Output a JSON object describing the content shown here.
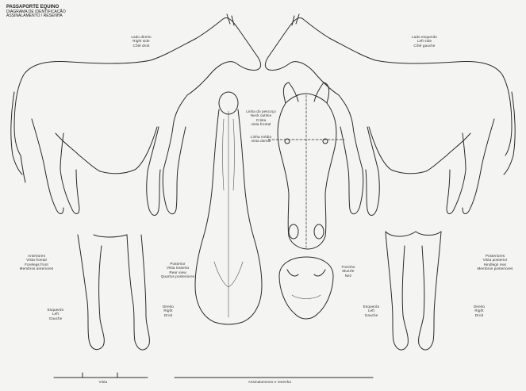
{
  "header": {
    "line1": "PASSAPORTE EQUINO",
    "line2": "DIAGRAMA DE IDENTIFICAÇÃO",
    "line3": "ASSINALAMENTO / RESENHA"
  },
  "labels": {
    "left_side": "Lado direito\nRight side\nCôté droit",
    "right_side": "Lado esquerdo\nLeft side\nCôté gauche",
    "neck_top": "Linha do pescoço\nNeck outline\nCrista\nvista frontal",
    "neck_mid": "Linha média\nvista dorsal",
    "forelegs_left": "Anteriores\nVista frontal\nForelegs front\nMembros anteriores",
    "forelegs_right": "Posteriores\nVista posterior\nHindlegs rear\nMembros posteriores",
    "rear_view": "Posterior\nVista traseira\nRear view\nQuartos posteriores",
    "muzzle": "Focinho\nMuzzle\nNez",
    "right_leg_a": "Esquerdo\nLeft\nGauche",
    "right_leg_b": "Direito\nRight\nDroit",
    "left_leg_a": "Esquerdo\nLeft\nGauche",
    "left_leg_b": "Direito\nRight\nDroit",
    "footer_left": "Vista",
    "footer_right": "Assinalamento e resenha"
  }
}
